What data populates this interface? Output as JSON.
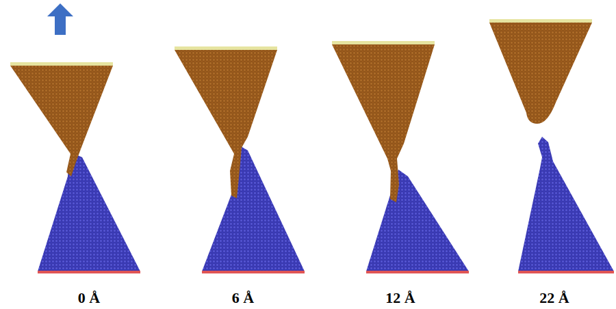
{
  "diagram": {
    "labels": [
      "0 Å",
      "6 Å",
      "12 Å",
      "22 Å"
    ]
  }
}
